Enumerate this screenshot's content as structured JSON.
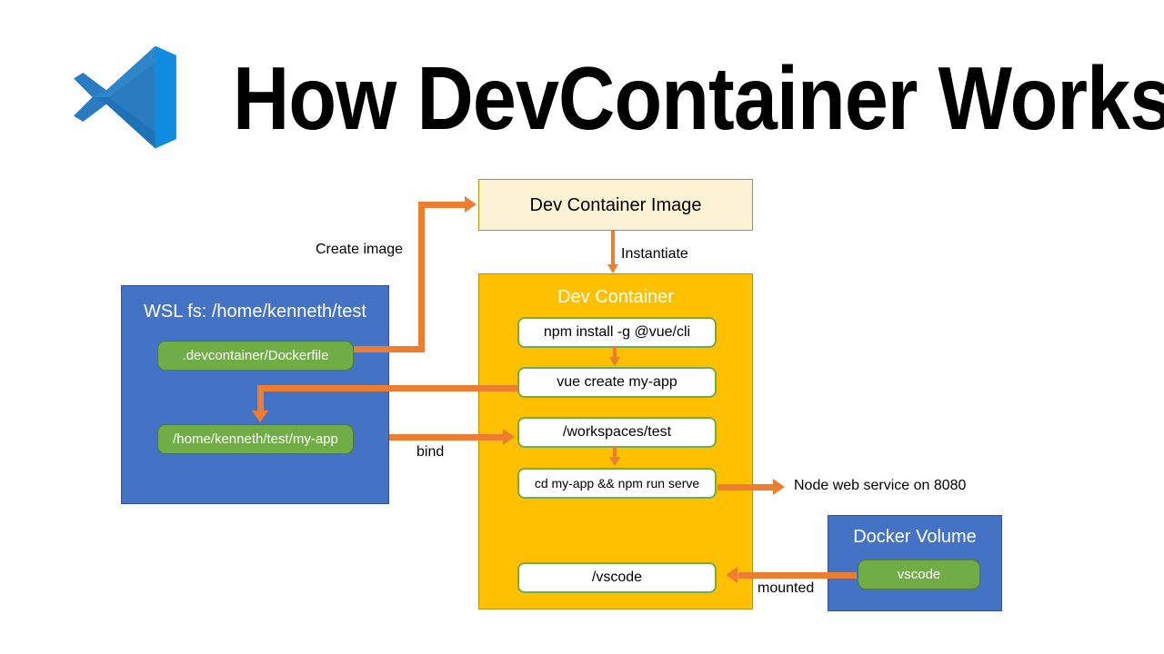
{
  "header": {
    "title": "How DevContainer Works",
    "logo_icon": "vscode-logo-icon"
  },
  "colors": {
    "blue_panel": "#4472C4",
    "orange_panel": "#FFC000",
    "cream_panel": "#FCF2D4",
    "green_node": "#70AD47",
    "white_node": "#FFFFFF",
    "connector": "#ED7D31"
  },
  "dev_container_image": {
    "label": "Dev Container Image"
  },
  "wsl_panel": {
    "title": "WSL fs: /home/kenneth/test",
    "nodes": [
      {
        "label": ".devcontainer/Dockerfile"
      },
      {
        "label": "/home/kenneth/test/my-app"
      }
    ]
  },
  "dev_container_panel": {
    "title": "Dev Container",
    "nodes": [
      {
        "label": "npm install -g @vue/cli"
      },
      {
        "label": "vue create my-app"
      },
      {
        "label": "/workspaces/test"
      },
      {
        "label": "cd my-app && npm run serve"
      },
      {
        "label": "/vscode"
      }
    ]
  },
  "docker_volume_panel": {
    "title": "Docker Volume",
    "nodes": [
      {
        "label": "vscode"
      }
    ]
  },
  "connector_labels": {
    "create_image": "Create image",
    "instantiate": "Instantiate",
    "bind": "bind",
    "node_web_service": "Node web service on 8080",
    "mounted": "mounted"
  }
}
